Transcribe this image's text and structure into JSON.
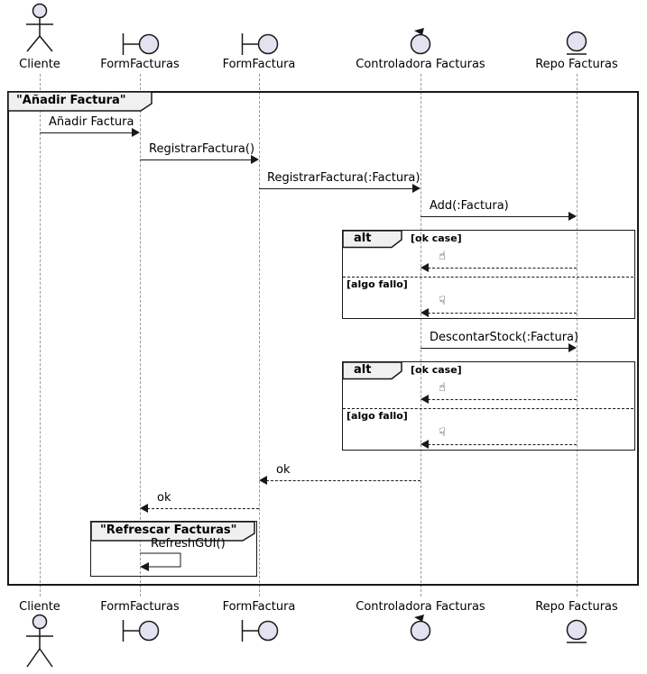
{
  "participants": {
    "cliente": {
      "label": "Cliente"
    },
    "formfacturas": {
      "label": "FormFacturas"
    },
    "formfactura": {
      "label": "FormFactura"
    },
    "controladora": {
      "label": "Controladora Facturas"
    },
    "repo": {
      "label": "Repo Facturas"
    }
  },
  "frames": {
    "outer": {
      "title": "\"Añadir Factura\""
    },
    "refresh": {
      "title": "\"Refrescar Facturas\""
    },
    "alt1": {
      "operator": "alt",
      "guard_ok": "[ok case]",
      "guard_fail": "[algo fallo]"
    },
    "alt2": {
      "operator": "alt",
      "guard_ok": "[ok case]",
      "guard_fail": "[algo fallo]"
    }
  },
  "messages": {
    "anadir_factura": "Añadir Factura",
    "registrar_factura": "RegistrarFactura()",
    "registrar_factura_param": "RegistrarFactura(:Factura)",
    "add_factura": "Add(:Factura)",
    "descontar_stock": "DescontarStock(:Factura)",
    "ok_reply_1": "ok",
    "ok_reply_2": "ok",
    "refresh_gui": "RefreshGUI()",
    "thumb_up_1": "☝",
    "thumb_down_1": "☟",
    "thumb_up_2": "☝",
    "thumb_down_2": "☟"
  },
  "colors": {
    "participant_fill": "#E2E2F0",
    "line_color": "#181818",
    "lifeline_color": "#999999",
    "header_fill": "#F0F0F0"
  }
}
